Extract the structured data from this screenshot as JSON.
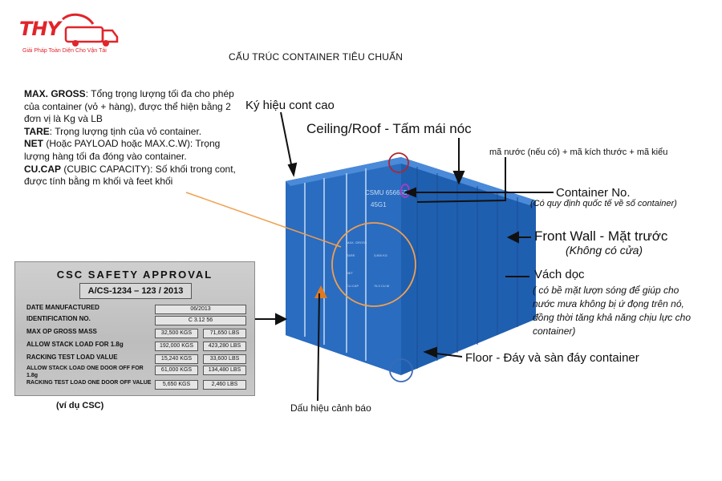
{
  "logo": {
    "brand": "THY",
    "tagline": "Giải Pháp Toàn Diện Cho Vận Tải"
  },
  "title": "CẤU TRÚC CONTAINER TIÊU CHUẨN",
  "definitions": {
    "max_gross_term": "MAX. GROSS",
    "max_gross_text": ": Tổng trọng lượng tối đa cho phép của container (vỏ + hàng), được thể hiện bằng 2 đơn vị là Kg và LB",
    "tare_term": "TARE",
    "tare_text": ": Trọng lượng tịnh của vỏ container.",
    "net_term": "NET",
    "net_text": " (Hoặc PAYLOAD hoặc MAX.C.W): Trọng lượng hàng tối đa đóng vào container.",
    "cucap_term": "CU.CAP",
    "cucap_text": " (CUBIC CAPACITY): Số khối trong cont, được tính bằng m khối và feet khối"
  },
  "csc": {
    "title": "CSC SAFETY APPROVAL",
    "code": "A/CS-1234 – 123 / 2013",
    "rows": [
      {
        "label": "DATE MANUFACTURED",
        "v1": "06/2013",
        "v2": ""
      },
      {
        "label": "IDENTIFICATION NO.",
        "v1": "C   3.12   56",
        "v2": ""
      },
      {
        "label": "MAX OP GROSS MASS",
        "v1": "32,500 KGS",
        "v2": "71,650 LBS"
      },
      {
        "label": "ALLOW STACK LOAD FOR 1.8g",
        "v1": "192,000 KGS",
        "v2": "423,280 LBS"
      },
      {
        "label": "RACKING TEST LOAD VALUE",
        "v1": "15,240 KGS",
        "v2": "33,600 LBS"
      },
      {
        "label": "ALLOW STACK LOAD ONE DOOR OFF FOR 1.8g",
        "v1": "61,000 KGS",
        "v2": "134,480 LBS"
      },
      {
        "label": "RACKING TEST LOAD ONE DOOR OFF VALUE",
        "v1": "5,650 KGS",
        "v2": "2,460 LBS"
      }
    ],
    "caption": "(ví dụ CSC)"
  },
  "container_markings": {
    "owner_code": "CSMU 656655",
    "size_type": "45G1",
    "panel_lines": [
      "MAX. GROSS",
      "TARE",
      "NET",
      "CU.CAP"
    ],
    "panel_values": [
      "",
      "3,800 KG",
      "",
      "76.3 CU.M"
    ]
  },
  "labels": {
    "high_cube": "Ký hiệu cont cao",
    "ceiling": "Ceiling/Roof - Tấm mái nóc",
    "codes": "mã nước (nếu có) + mã kích thước + mã kiểu",
    "container_no": "Container No.",
    "container_no_note": "(Có quy định quốc tế về số container)",
    "front_wall": "Front Wall - Mặt trước",
    "front_wall_note": "(Không có cửa)",
    "side_wall": "Vách dọc",
    "side_wall_note": "( có bề mặt lượn sóng để giúp cho nước mưa không bị ứ đọng trên nó, đồng thời tăng khả năng chịu lực cho container)",
    "floor": "Floor - Đáy và sàn đáy container",
    "warning": "Dấu hiệu cảnh báo"
  },
  "colors": {
    "brand_red": "#e0252b",
    "container_blue": "#1f5fb0",
    "annotation_orange": "#f0a050",
    "marker_red": "#b0262e"
  }
}
